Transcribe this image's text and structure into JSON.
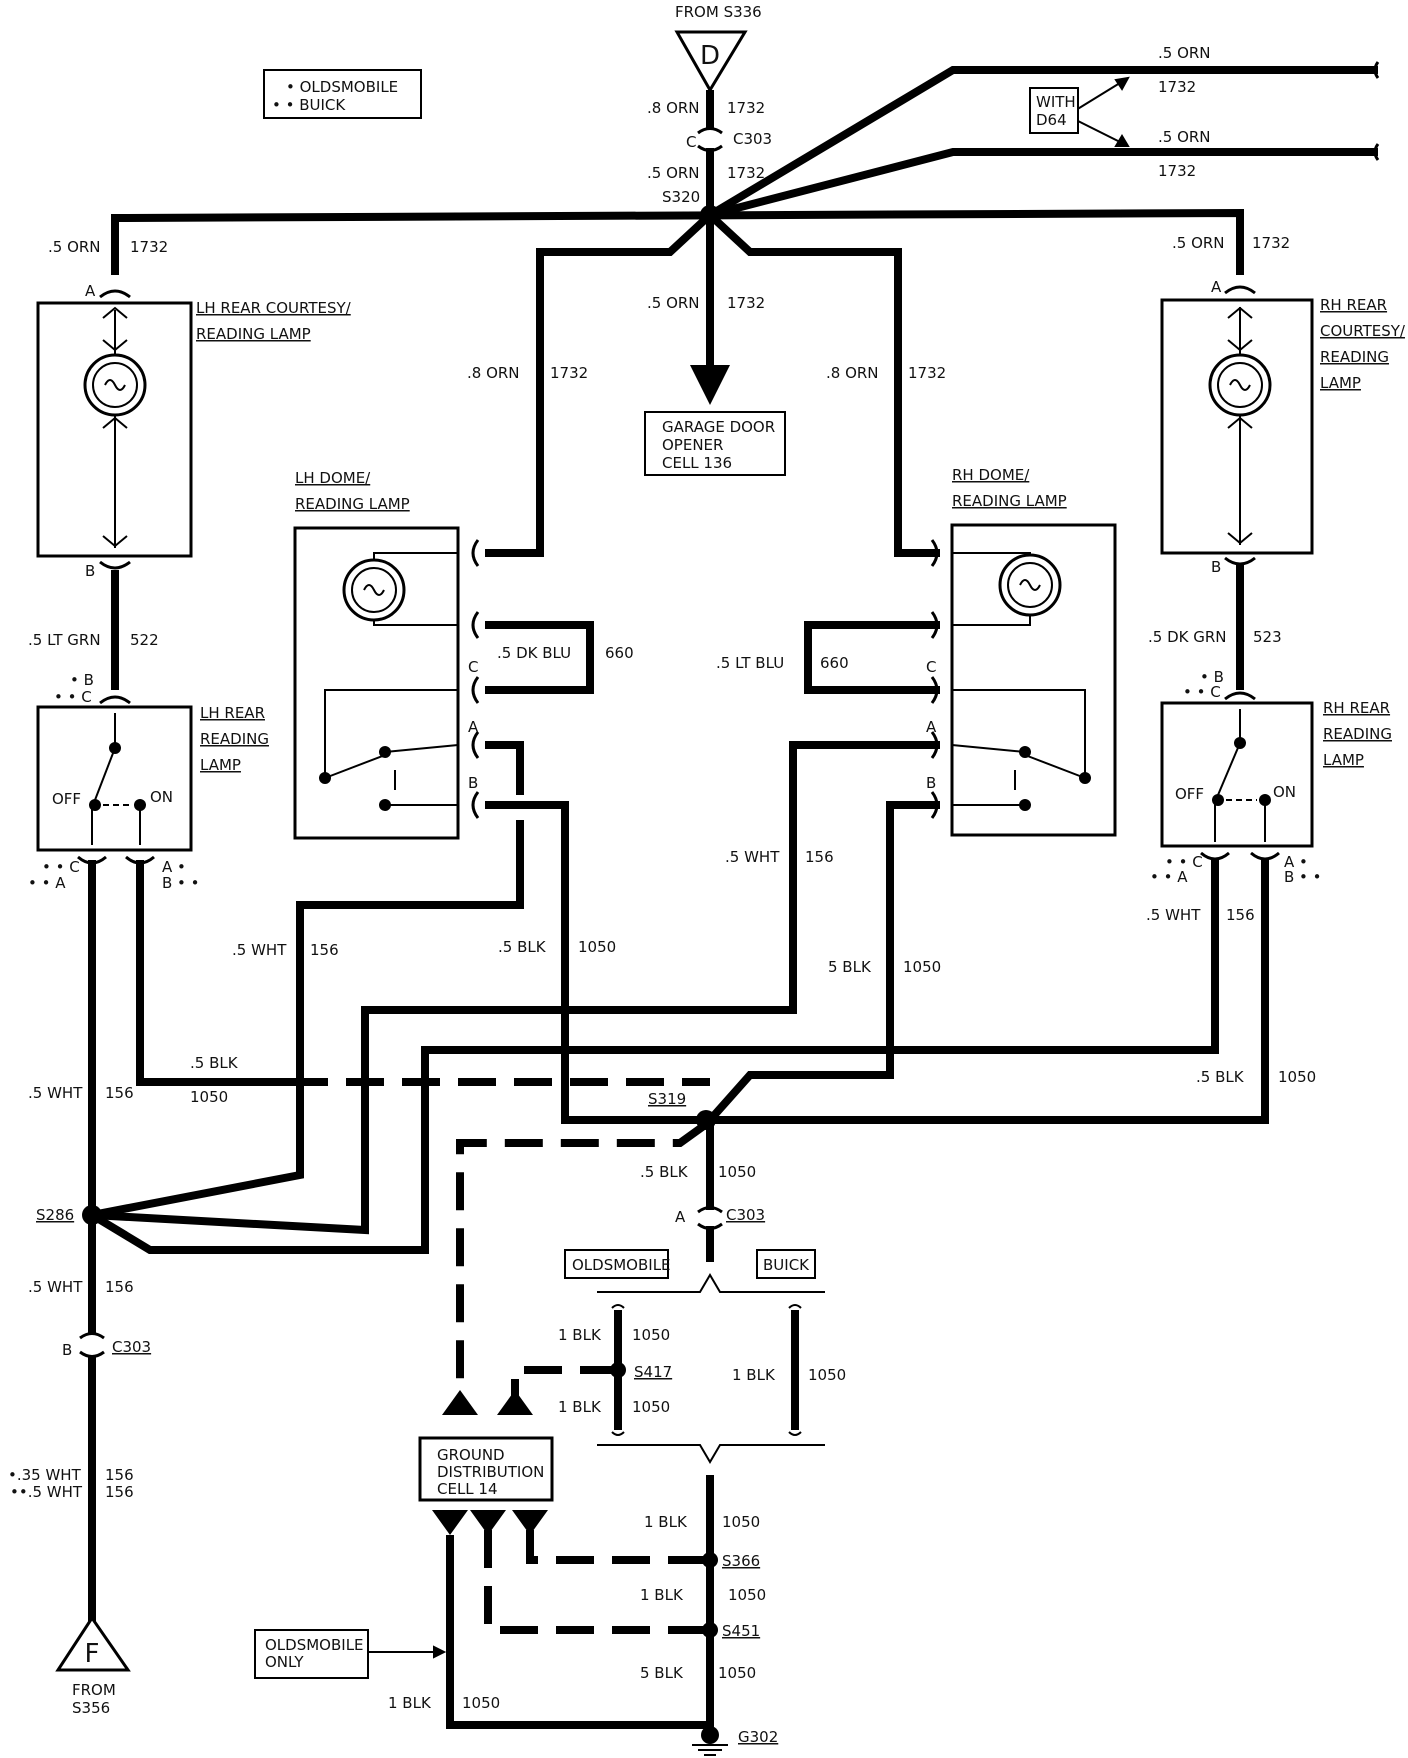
{
  "legend": {
    "oldsmobile": "• OLDSMOBILE",
    "buick": "• • BUICK"
  },
  "top_connector": {
    "from": "FROM S336",
    "letter": "D"
  },
  "bottom_connector": {
    "from": "FROM",
    "splice": "S356",
    "letter": "F"
  },
  "with_d64": {
    "line1": "WITH",
    "line2": "D64"
  },
  "components": {
    "lh_rear_courtesy": {
      "line1": "LH REAR COURTESY/",
      "line2": "READING LAMP"
    },
    "rh_rear_courtesy": {
      "line1": "RH REAR",
      "line2": "COURTESY/",
      "line3": "READING",
      "line4": "LAMP"
    },
    "lh_dome": {
      "line1": "LH DOME/",
      "line2": "READING LAMP"
    },
    "rh_dome": {
      "line1": "RH DOME/",
      "line2": "READING LAMP"
    },
    "lh_rear_reading": {
      "line1": "LH REAR",
      "line2": "READING",
      "line3": "LAMP"
    },
    "rh_rear_reading": {
      "line1": "RH REAR",
      "line2": "READING",
      "line3": "LAMP"
    },
    "garage_door": {
      "line1": "GARAGE DOOR",
      "line2": "OPENER",
      "line3": "CELL 136"
    },
    "ground_dist": {
      "line1": "GROUND",
      "line2": "DISTRIBUTION",
      "line3": "CELL 14"
    },
    "oldsmobile_only": {
      "line1": "OLDSMOBILE",
      "line2": "ONLY"
    }
  },
  "boxes": {
    "oldsmobile": "OLDSMOBILE",
    "buick": "BUICK"
  },
  "switch": {
    "off": "OFF",
    "on": "ON"
  },
  "splices": {
    "s320": "S320",
    "s319": "S319",
    "s286": "S286",
    "s417": "S417",
    "s366": "S366",
    "s451": "S451",
    "g302": "G302"
  },
  "connectors": {
    "c303": "C303"
  },
  "pins": {
    "a": "A",
    "b": "B",
    "c": "C"
  },
  "pin_marks": {
    "lh_top": "• B\n• • C",
    "lh_left": "• • C\n• • A",
    "lh_right": "A •\nB • •",
    "rh_top": "• B\n• • C",
    "rh_left": "• • C\n• • A",
    "rh_right": "A •\nB • •"
  },
  "wires": {
    "orn08": ".8 ORN",
    "orn05": ".5 ORN",
    "c1732": "1732",
    "ltgrn": ".5 LT GRN",
    "c522": "522",
    "dkgrn": ".5 DK GRN",
    "c523": "523",
    "dkblu": ".5 DK BLU",
    "ltblu": ".5 LT BLU",
    "c660": "660",
    "wht05": ".5 WHT",
    "c156": "156",
    "blk05": ".5 BLK",
    "blk5": "5 BLK",
    "c1050": "1050",
    "blk1": "1 BLK",
    "wht035_olds": "•.35 WHT",
    "wht05_buick": "••.5 WHT"
  }
}
